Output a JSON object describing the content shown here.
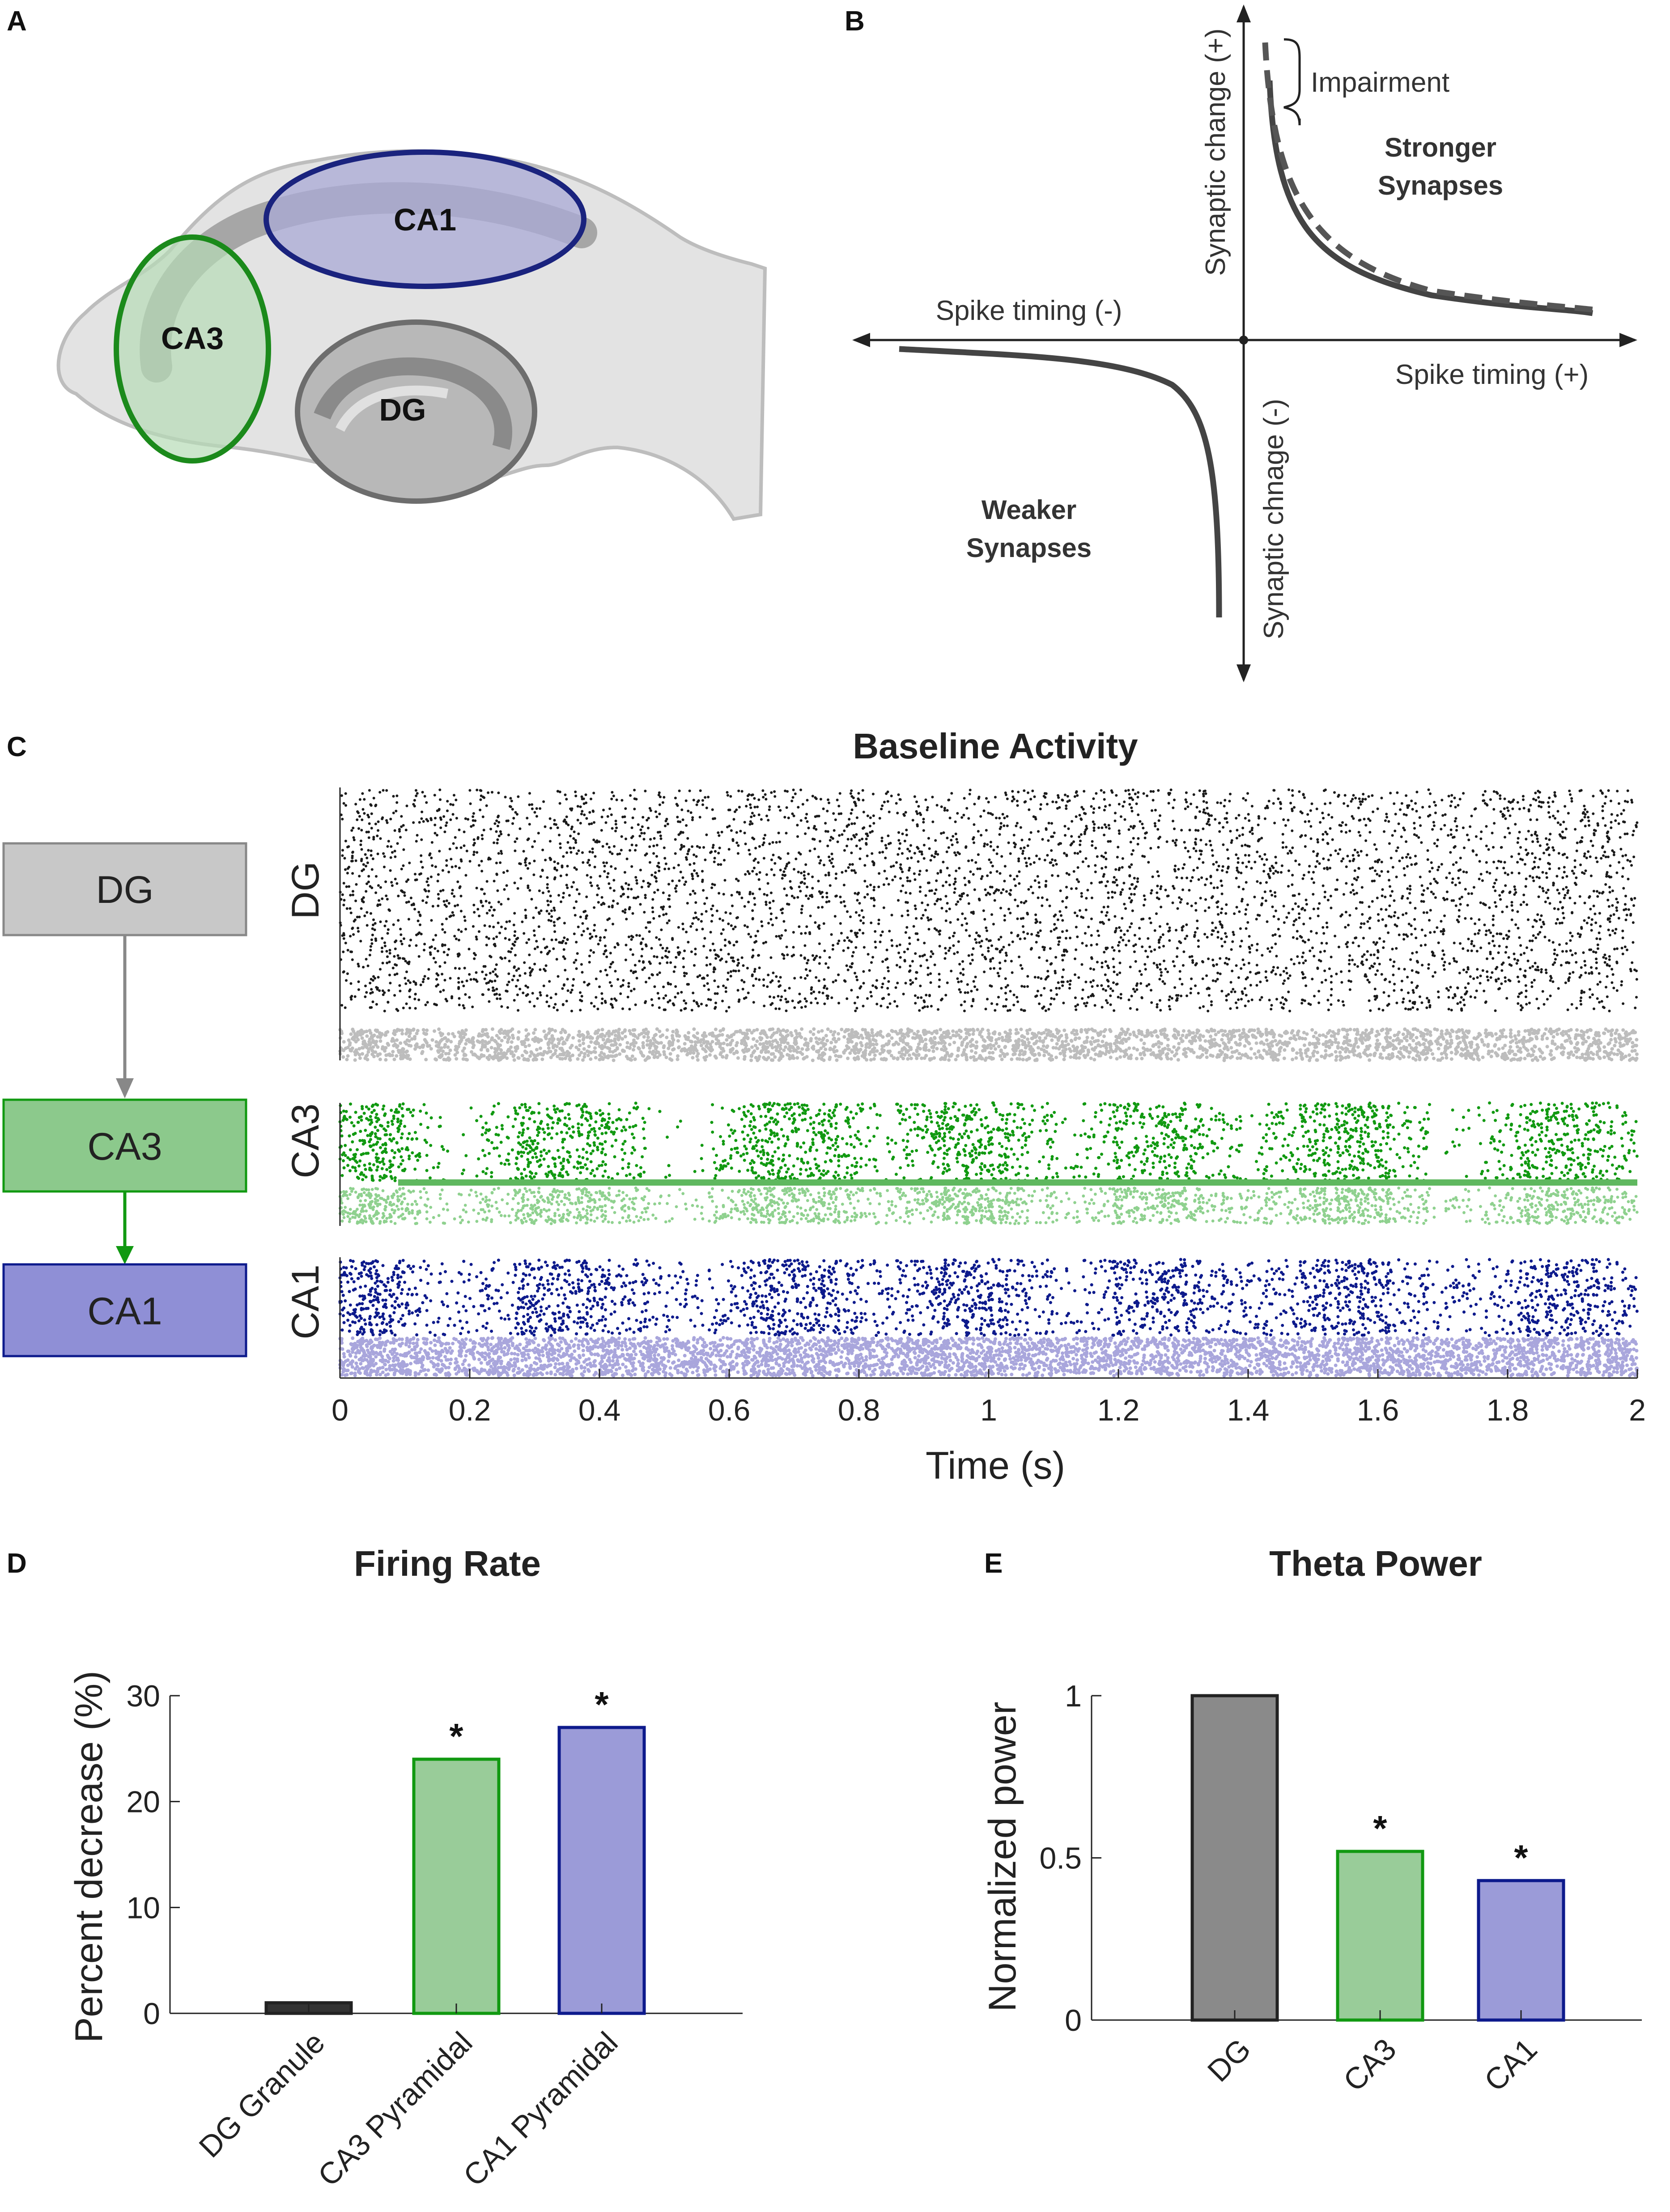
{
  "panels": {
    "A": {
      "letter": "A",
      "regions": {
        "ca1": "CA1",
        "ca3": "CA3",
        "dg": "DG"
      },
      "colors": {
        "ca1": "#1a237e",
        "ca3": "#1b8a1b",
        "dg": "#555555"
      }
    },
    "B": {
      "letter": "B",
      "y_pos_label": "Synaptic change (+)",
      "y_neg_label": "Synaptic chnage (-)",
      "x_neg_label": "Spike timing (-)",
      "x_pos_label": "Spike timing (+)",
      "impairment": "Impairment",
      "stronger_1": "Stronger",
      "stronger_2": "Synapses",
      "weaker_1": "Weaker",
      "weaker_2": "Synapses"
    },
    "C": {
      "letter": "C",
      "title": "Baseline Activity",
      "boxes": {
        "dg": "DG",
        "ca3": "CA3",
        "ca1": "CA1"
      },
      "row_labels": {
        "dg": "DG",
        "ca3": "CA3",
        "ca1": "CA1"
      },
      "xlabel": "Time (s)",
      "xticks": [
        "0",
        "0.2",
        "0.4",
        "0.6",
        "0.8",
        "1",
        "1.2",
        "1.4",
        "1.6",
        "1.8",
        "2"
      ],
      "colors": {
        "dg_dark": "#1a1a1a",
        "dg_light": "#bdbdbd",
        "ca3_dark": "#119911",
        "ca3_light": "#8fd18f",
        "ca1_dark": "#0d1a8c",
        "ca1_light": "#a9a6dc",
        "box_dg": "#c8c8c8",
        "box_ca3": "#8cc98c",
        "box_ca1": "#8f8fd6"
      }
    },
    "D": {
      "letter": "D"
    },
    "E": {
      "letter": "E"
    }
  },
  "chart_data": [
    {
      "type": "bar",
      "title": "Firing Rate",
      "ylabel": "Percent decrease (%)",
      "xlabel": "",
      "categories": [
        "DG Granule",
        "CA3 Pyramidal",
        "CA1 Pyramidal"
      ],
      "values": [
        1,
        24,
        27
      ],
      "ylim": [
        0,
        30
      ],
      "yticks": [
        "0",
        "10",
        "20",
        "30"
      ],
      "significance": [
        "",
        "*",
        "*"
      ],
      "colors": [
        "#333333",
        "#99cc99",
        "#9b9bd8"
      ],
      "edge_colors": [
        "#222222",
        "#119911",
        "#0d1a8c"
      ]
    },
    {
      "type": "bar",
      "title": "Theta Power",
      "ylabel": "Normalized power",
      "xlabel": "",
      "categories": [
        "DG",
        "CA3",
        "CA1"
      ],
      "values": [
        1.0,
        0.52,
        0.43
      ],
      "ylim": [
        0,
        1
      ],
      "yticks": [
        "0",
        "0.5",
        "1"
      ],
      "significance": [
        "",
        "*",
        "*"
      ],
      "colors": [
        "#8a8a8a",
        "#99cc99",
        "#9b9bd8"
      ],
      "edge_colors": [
        "#222222",
        "#119911",
        "#0d1a8c"
      ]
    }
  ]
}
